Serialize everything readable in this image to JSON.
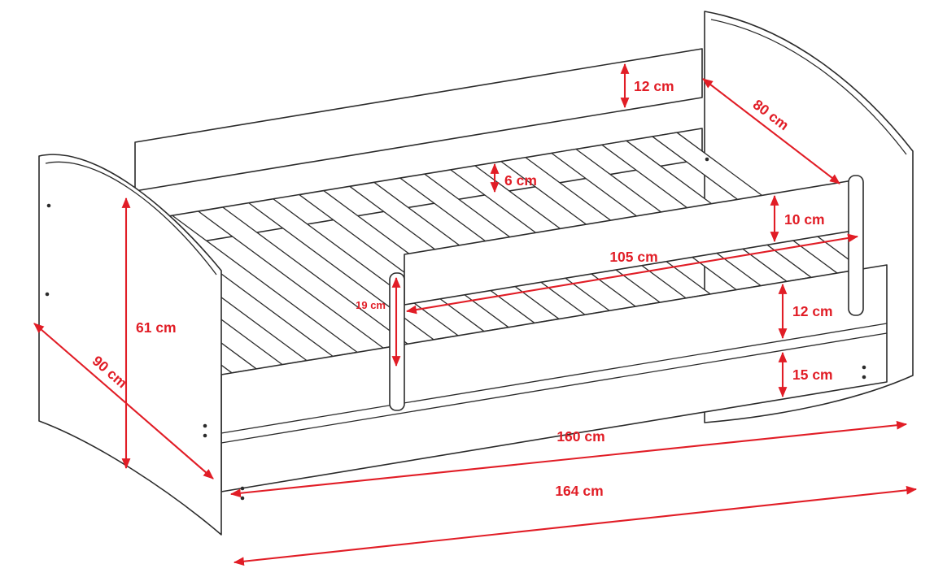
{
  "diagram": {
    "type": "technical-drawing",
    "subject": "Children's bed with guard rail and drawer - dimension diagram",
    "unit": "cm",
    "dimensions": {
      "back_rail_height": "12 cm",
      "headboard_depth": "80 cm",
      "slat_frame_height": "6 cm",
      "guard_rail_height": "10 cm",
      "guard_rail_length": "105 cm",
      "post_height": "19 cm",
      "side_rail_height": "12 cm",
      "drawer_height": "15 cm",
      "headboard_height": "61 cm",
      "bed_width": "90 cm",
      "bed_length_inner": "160 cm",
      "bed_length_outer": "164 cm"
    },
    "colors": {
      "dimension_red": "#e11d26",
      "outline": "#2b2b2b",
      "background": "#ffffff"
    }
  }
}
